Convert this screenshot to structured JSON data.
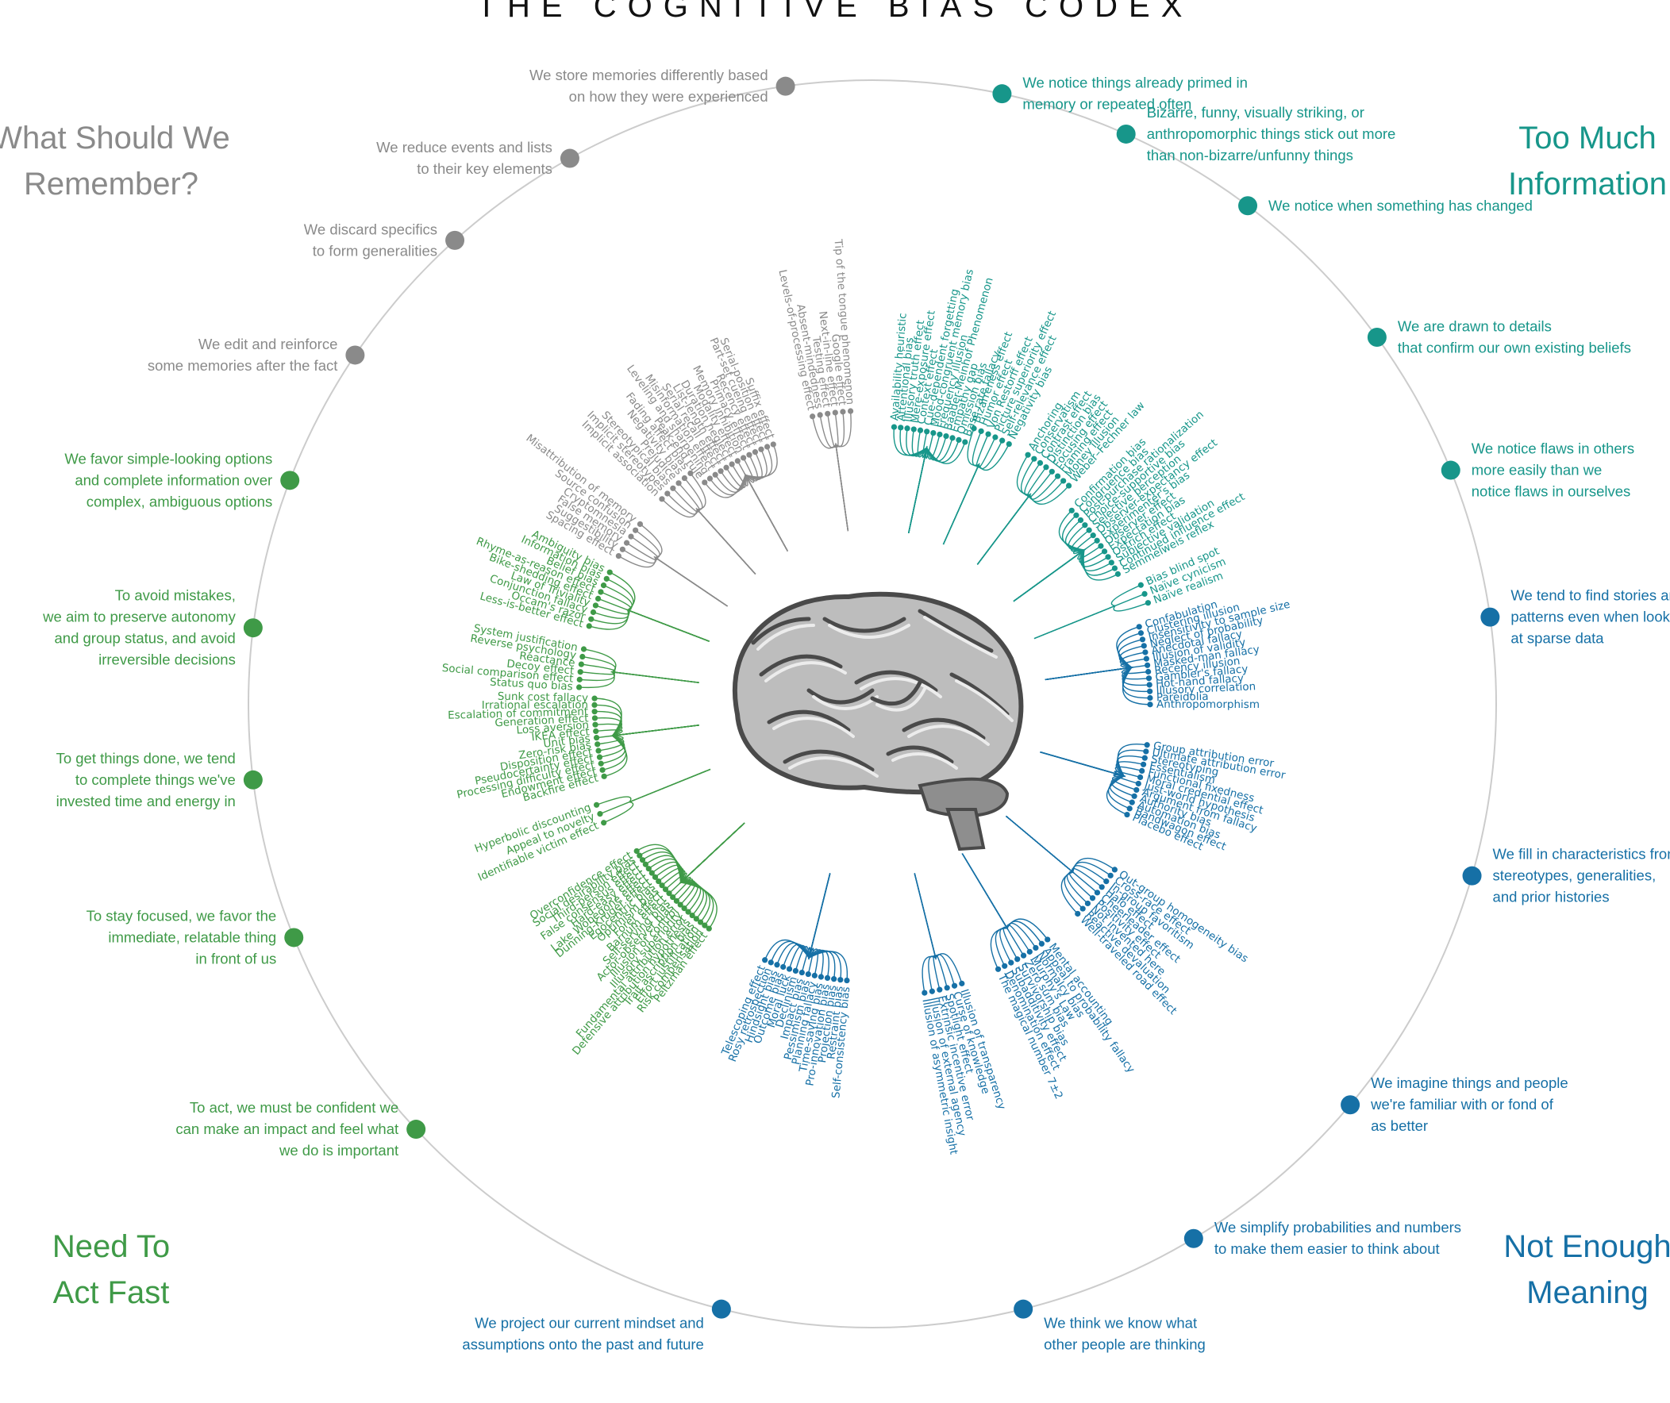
{
  "title": "THE COGNITIVE BIAS CODEX",
  "quadrants": {
    "remember": {
      "line1": "What Should We",
      "line2": "Remember?",
      "color": "#8a8a8a"
    },
    "info": {
      "line1": "Too Much",
      "line2": "Information",
      "color": "#17968a"
    },
    "act": {
      "line1": "Need To",
      "line2": "Act Fast",
      "color": "#3f9a47"
    },
    "meaning": {
      "line1": "Not Enough",
      "line2": "Meaning",
      "color": "#1670a6"
    }
  },
  "colors": {
    "ring": "#cccccc",
    "remember": "#8a8a8a",
    "info": "#17968a",
    "act": "#3f9a47",
    "meaning": "#1670a6"
  },
  "center_icon": "brain-icon",
  "categories": [
    {
      "group": "info",
      "angle": 12,
      "label": [
        "We notice things already primed in",
        "memory or repeated often"
      ],
      "side": "right",
      "leaves": [
        "Availability heuristic",
        "Attentional bias",
        "Illusory truth effect",
        "Mere-exposure effect",
        "Context effect",
        "Cue-dependent forgetting",
        "Mood-congruent memory bias",
        "Frequency illusion",
        "Baader-Meinhof Phenomenon",
        "Empathy gap",
        "Omission bias",
        "Base rate fallacy"
      ]
    },
    {
      "group": "info",
      "angle": 24,
      "label": [
        "Bizarre, funny, visually striking, or",
        "anthropomorphic things stick out more",
        "than non-bizarre/unfunny things"
      ],
      "side": "right",
      "leaves": [
        "Bizarreness effect",
        "Humor effect",
        "Von Restorff effect",
        "Picture superiority effect",
        "Self-relevance effect",
        "Negativity bias"
      ]
    },
    {
      "group": "info",
      "angle": 37,
      "label": [
        "We notice when something has changed"
      ],
      "side": "right",
      "leaves": [
        "Anchoring",
        "Conservatism",
        "Contrast effect",
        "Distinction bias",
        "Focusing effect",
        "Framing effect",
        "Money illusion",
        "Weber–Fechner law"
      ]
    },
    {
      "group": "info",
      "angle": 54,
      "label": [
        "We are drawn to details",
        "that confirm our own existing beliefs"
      ],
      "side": "right",
      "leaves": [
        "Confirmation bias",
        "Congruence bias",
        "Post-purchase rationalization",
        "Choice-supportive bias",
        "Selective perception",
        "Observer-expectancy effect",
        "Experimenter's bias",
        "Observer effect",
        "Expectation bias",
        "Ostrich effect",
        "Subjective validation",
        "Continued influence effect",
        "Semmelweis reflex"
      ]
    },
    {
      "group": "info",
      "angle": 68,
      "label": [
        "We notice flaws in others",
        "more easily than we",
        "notice flaws in ourselves"
      ],
      "side": "right",
      "leaves": [
        "Bias blind spot",
        "Naïve cynicism",
        "Naïve realism"
      ]
    },
    {
      "group": "meaning",
      "angle": 82,
      "label": [
        "We tend to find stories and",
        "patterns even when looking",
        "at sparse data"
      ],
      "side": "right",
      "leaves": [
        "Confabulation",
        "Clustering illusion",
        "Insensitivity to sample size",
        "Neglect of probability",
        "Anecdotal fallacy",
        "Illusion of validity",
        "Masked-man fallacy",
        "Recency illusion",
        "Gambler's fallacy",
        "Hot-hand fallacy",
        "Illusory correlation",
        "Pareidolia",
        "Anthropomorphism"
      ]
    },
    {
      "group": "meaning",
      "angle": 106,
      "label": [
        "We fill in characteristics from",
        "stereotypes, generalities,",
        "and prior histories"
      ],
      "side": "right",
      "leaves": [
        "Group attribution error",
        "Ultimate attribution error",
        "Stereotyping",
        "Essentialism",
        "Functional fixedness",
        "Moral credential effect",
        "Just-world hypothesis",
        "Argument from fallacy",
        "Authority bias",
        "Automation bias",
        "Bandwagon effect",
        "Placebo effect"
      ]
    },
    {
      "group": "meaning",
      "angle": 130,
      "label": [
        "We imagine things and people",
        "we're familiar with or fond of",
        "as better"
      ],
      "side": "right",
      "leaves": [
        "Out-group homogeneity bias",
        "Cross-race effect",
        "In-group favoritism",
        "Halo effect",
        "Cheerleader effect",
        "Positivity effect",
        "Not invented here",
        "Reactive devaluation",
        "Well-traveled road effect"
      ]
    },
    {
      "group": "meaning",
      "angle": 149,
      "label": [
        "We simplify probabilities and numbers",
        "to make them easier to think about"
      ],
      "side": "right",
      "leaves": [
        "Mental accounting",
        "Appeal to probability fallacy",
        "Normalcy bias",
        "Murphy's Law",
        "Zero sum bias",
        "Survivorship bias",
        "Subadditivity effect",
        "Denomination effect",
        "The magical number 7±2"
      ]
    },
    {
      "group": "meaning",
      "angle": 166,
      "label": [
        "We think we know what",
        "other people are thinking"
      ],
      "side": "right",
      "leaves": [
        "Illusion of transparency",
        "Curse of knowledge",
        "Spotlight effect",
        "Extrinsic incentive error",
        "Illusion of external agency",
        "Illusion of asymmetric insight"
      ]
    },
    {
      "group": "meaning",
      "angle": 194,
      "label": [
        "We project our current mindset and",
        "assumptions onto the past and future"
      ],
      "side": "left",
      "leaves": [
        "Self-consistency bias",
        "Restraint bias",
        "Projection bias",
        "Pro-innovation bias",
        "Time-saving bias",
        "Planning fallacy",
        "Pessimism bias",
        "Impact bias",
        "Declinism",
        "Moral luck",
        "Outcome bias",
        "Hindsight bias",
        "Rosy retrospection",
        "Telescoping effect"
      ]
    },
    {
      "group": "act",
      "angle": 227,
      "label": [
        "To act, we must be confident we",
        "can make an impact and feel what",
        "we do is important"
      ],
      "side": "left",
      "leaves": [
        "Peltzman effect",
        "Risk compensation",
        "Effort justification",
        "Trait ascription bias",
        "Defensive attribution hypothesis",
        "Fundamental attribution error",
        "Illusory superiority",
        "Illusion of control",
        "Actor-observer bias",
        "Self-serving bias",
        "Barnum effect",
        "Forer effect",
        "Optimism bias",
        "Egocentric bias",
        "Dunning-Kruger effect",
        "Lake Wobegone effect",
        "Hard-easy effect",
        "False consensus effect",
        "Third-person effect",
        "Social desirability bias",
        "Overconfidence effect"
      ]
    },
    {
      "group": "act",
      "angle": 248,
      "label": [
        "To stay focused, we favor the",
        "immediate, relatable thing",
        "in front of us"
      ],
      "side": "left",
      "leaves": [
        "Identifiable victim effect",
        "Appeal to novelty",
        "Hyperbolic discounting"
      ]
    },
    {
      "group": "act",
      "angle": 263,
      "label": [
        "To get things done, we tend",
        "to complete things we've",
        "invested time and energy in"
      ],
      "side": "left",
      "leaves": [
        "Backfire effect",
        "Endowment effect",
        "Processing difficulty effect",
        "Pseudocertainty effect",
        "Disposition effect",
        "Zero-risk bias",
        "Unit bias",
        "IKEA effect",
        "Loss aversion",
        "Generation effect",
        "Escalation of commitment",
        "Irrational escalation",
        "Sunk cost fallacy"
      ]
    },
    {
      "group": "act",
      "angle": 277,
      "label": [
        "To avoid mistakes,",
        "we aim to preserve autonomy",
        "and group status, and avoid",
        "irreversible decisions"
      ],
      "side": "left",
      "leaves": [
        "Status quo bias",
        "Social comparison effect",
        "Decoy effect",
        "Reactance",
        "Reverse psychology",
        "System justification"
      ]
    },
    {
      "group": "act",
      "angle": 291,
      "label": [
        "We favor simple-looking options",
        "and complete information over",
        "complex, ambiguous options"
      ],
      "side": "left",
      "leaves": [
        "Less-is-better effect",
        "Occam's razor",
        "Conjunction fallacy",
        "Law of Triviality",
        "Bike-shedding effect",
        "Rhyme-as-reason effect",
        "Belief bias",
        "Information bias",
        "Ambiguity bias"
      ]
    },
    {
      "group": "remember",
      "angle": 304,
      "label": [
        "We edit and reinforce",
        "some memories after the fact"
      ],
      "side": "left",
      "leaves": [
        "Spacing effect",
        "Suggestibility",
        "False memory",
        "Cryptomnesia",
        "Source confusion",
        "Misattribution of memory"
      ]
    },
    {
      "group": "remember",
      "angle": 318,
      "label": [
        "We discard specifics",
        "to form generalities"
      ],
      "side": "left",
      "leaves": [
        "Implicit association",
        "Implicit stereotypes",
        "Stereotypical bias",
        "Prejudice",
        "Negativity bias",
        "Fading affect bias"
      ]
    },
    {
      "group": "remember",
      "angle": 331,
      "label": [
        "We reduce events and lists",
        "to their key elements"
      ],
      "side": "left",
      "leaves": [
        "Peak-end rule",
        "Leveling and sharpening",
        "Misinformation effect",
        "Serial recall effect",
        "List-length effect",
        "Duration neglect",
        "Modality effect",
        "Memory inhibition",
        "Primacy effect",
        "Recency effect",
        "Part-set cueing effect",
        "Serial-position effect",
        "Suffix effect"
      ]
    },
    {
      "group": "remember",
      "angle": 352,
      "label": [
        "We store memories differently based",
        "on how they were experienced"
      ],
      "side": "left",
      "leaves": [
        "Levels-of-processing effect",
        "Absent-mindedness",
        "Testing effect",
        "Next-in-line effect",
        "Google effect",
        "Tip of the tongue phenomenon"
      ]
    }
  ]
}
